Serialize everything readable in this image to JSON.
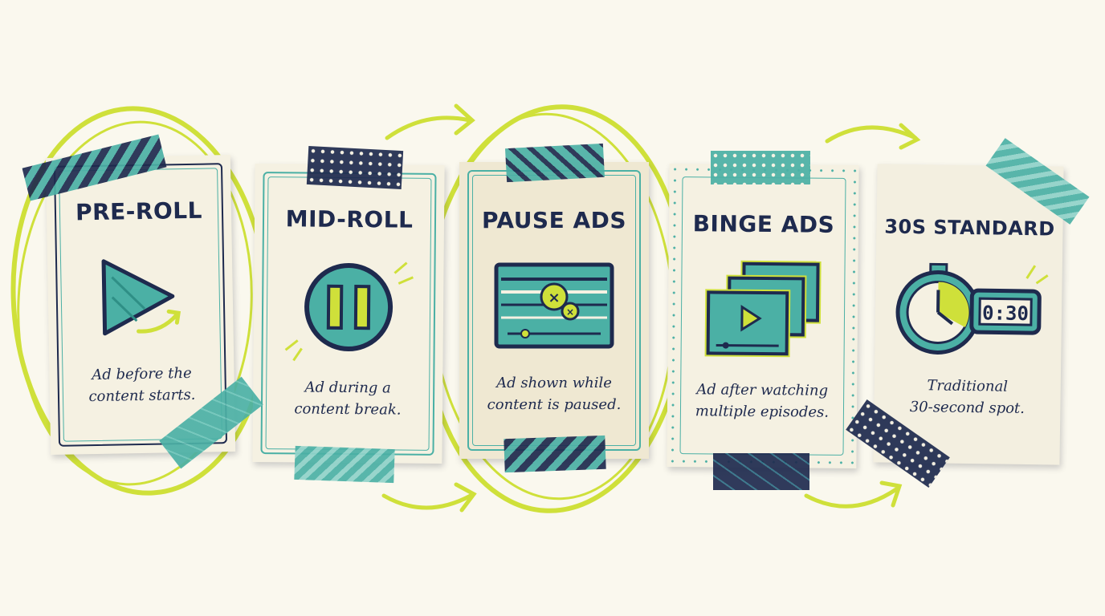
{
  "cards": [
    {
      "title": "PRE-ROLL",
      "desc_line1": "Ad before the",
      "desc_line2": "content starts.",
      "icon": "play-icon",
      "highlighted": true
    },
    {
      "title": "MID-ROLL",
      "desc_line1": "Ad during a",
      "desc_line2": "content break.",
      "icon": "pause-icon",
      "highlighted": false
    },
    {
      "title": "PAUSE ADS",
      "desc_line1": "Ad shown while",
      "desc_line2": "content is paused.",
      "icon": "paused-screen-icon",
      "highlighted": true
    },
    {
      "title": "BINGE ADS",
      "desc_line1": "Ad after watching",
      "desc_line2": "multiple episodes.",
      "icon": "stacked-screens-icon",
      "highlighted": false
    },
    {
      "title": "30S STANDARD",
      "desc_line1": "Traditional",
      "desc_line2": "30-second spot.",
      "icon": "stopwatch-icon",
      "highlighted": false,
      "timer_readout": "0:30"
    }
  ],
  "colors": {
    "navy": "#1e2a4e",
    "teal": "#4bb0a5",
    "lime": "#cfe03a",
    "paper": "#f5f1e2",
    "background": "#faf8ee"
  }
}
